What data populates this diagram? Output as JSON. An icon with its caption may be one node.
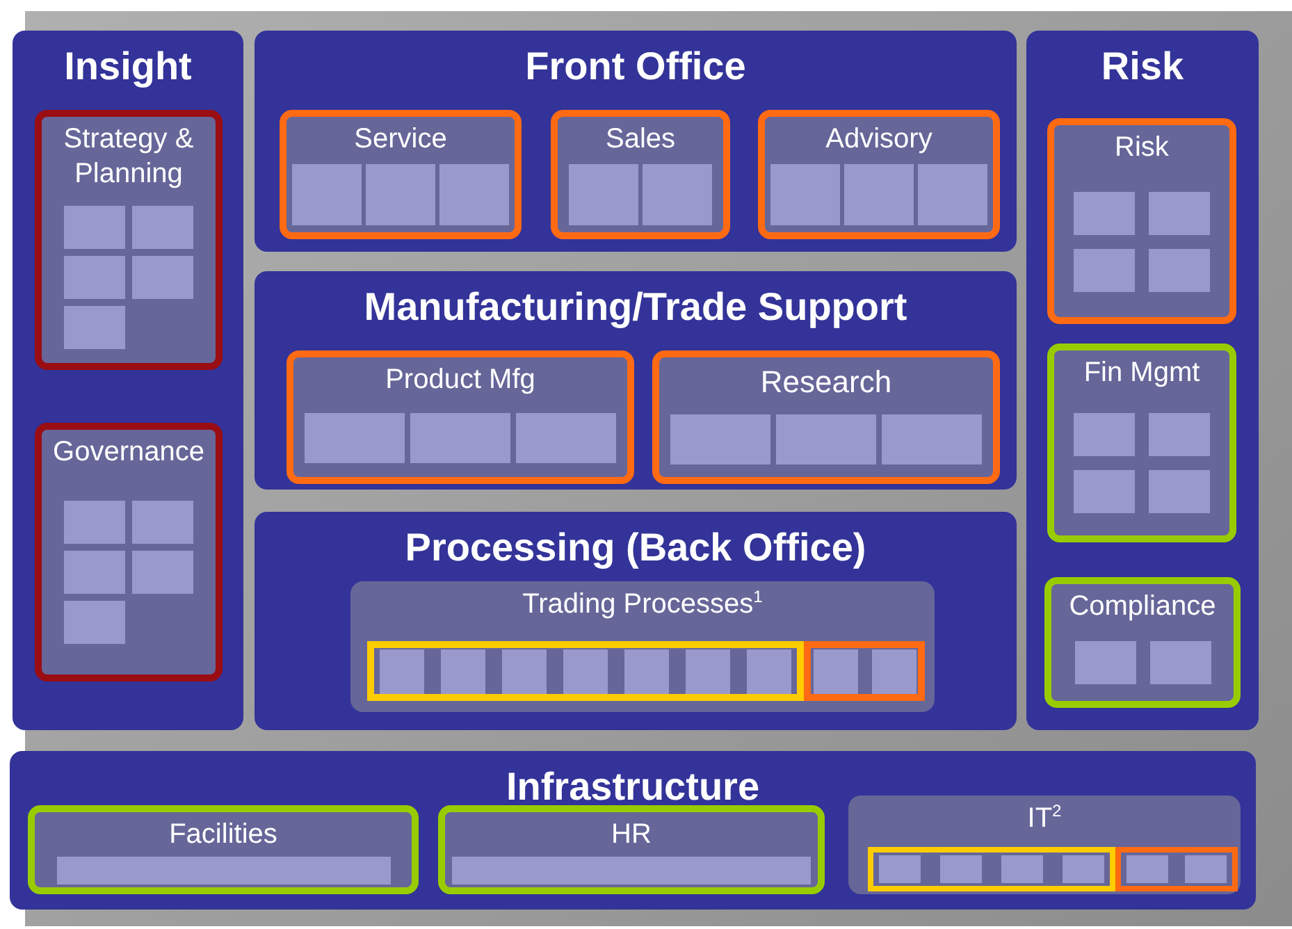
{
  "diagram": {
    "nodes": [
      {
        "text": [
          "Insight"
        ]
      },
      {
        "text": [
          "Strategy & Planning"
        ],
        "in": 0
      },
      {
        "text": [],
        "shape": "box",
        "in": 1
      },
      {
        "text": [],
        "shape": "box",
        "in": 1
      },
      {
        "text": [],
        "shape": "box",
        "in": 1
      },
      {
        "text": [],
        "shape": "box",
        "in": 1
      },
      {
        "text": [],
        "shape": "box",
        "in": 1
      },
      {
        "text": [
          "Governance"
        ],
        "in": 0
      },
      {
        "text": [],
        "shape": "box",
        "in": 7
      },
      {
        "text": [],
        "shape": "box",
        "in": 7
      },
      {
        "text": [],
        "shape": "box",
        "in": 7
      },
      {
        "text": [],
        "shape": "box",
        "in": 7
      },
      {
        "text": [],
        "shape": "box",
        "in": 7
      },
      {
        "text": [
          "Front Office"
        ]
      },
      {
        "text": [
          "Service"
        ],
        "in": 13
      },
      {
        "text": [],
        "shape": "box",
        "in": 14
      },
      {
        "text": [],
        "shape": "box",
        "in": 14
      },
      {
        "text": [],
        "shape": "box",
        "in": 14
      },
      {
        "text": [
          "Sales"
        ],
        "in": 13
      },
      {
        "text": [],
        "shape": "box",
        "in": 18
      },
      {
        "text": [],
        "shape": "box",
        "in": 18
      },
      {
        "text": [
          "Advisory"
        ],
        "in": 13
      },
      {
        "text": [],
        "shape": "box",
        "in": 21
      },
      {
        "text": [],
        "shape": "box",
        "in": 21
      },
      {
        "text": [],
        "shape": "box",
        "in": 21
      },
      {
        "text": [
          "Manufacturing/Trade Support"
        ]
      },
      {
        "text": [
          "Product Mfg"
        ],
        "in": 25
      },
      {
        "text": [],
        "shape": "box",
        "in": 26
      },
      {
        "text": [],
        "shape": "box",
        "in": 26
      },
      {
        "text": [],
        "shape": "box",
        "in": 26
      },
      {
        "text": [
          "Research"
        ],
        "in": 25
      },
      {
        "text": [],
        "shape": "box",
        "in": 30
      },
      {
        "text": [],
        "shape": "box",
        "in": 30
      },
      {
        "text": [],
        "shape": "box",
        "in": 30
      },
      {
        "text": [
          "Processing (Back Office)"
        ]
      },
      {
        "text": [
          "Trading Processes$^{1}$"
        ],
        "in": 34
      },
      {
        "text": [],
        "shape": "bar",
        "in": 35
      },
      {
        "text": [],
        "shape": "box",
        "in": 36
      },
      {
        "text": [],
        "shape": "box",
        "in": 36
      },
      {
        "text": [],
        "shape": "box",
        "in": 36
      },
      {
        "text": [],
        "shape": "box",
        "in": 36
      },
      {
        "text": [],
        "shape": "box",
        "in": 36
      },
      {
        "text": [],
        "shape": "box",
        "in": 36
      },
      {
        "text": [],
        "shape": "box",
        "in": 36
      },
      {
        "text": [],
        "shape": "bar",
        "in": 35
      },
      {
        "text": [],
        "shape": "box",
        "in": 44
      },
      {
        "text": [],
        "shape": "box",
        "in": 44
      },
      {
        "text": [
          "Risk"
        ]
      },
      {
        "text": [
          "Risk"
        ],
        "in": 47
      },
      {
        "text": [],
        "shape": "box",
        "in": 48
      },
      {
        "text": [],
        "shape": "box",
        "in": 48
      },
      {
        "text": [],
        "shape": "box",
        "in": 48
      },
      {
        "text": [],
        "shape": "box",
        "in": 48
      },
      {
        "text": [
          "Fin Mgmt"
        ],
        "in": 47
      },
      {
        "text": [],
        "shape": "box",
        "in": 53
      },
      {
        "text": [],
        "shape": "box",
        "in": 53
      },
      {
        "text": [],
        "shape": "box",
        "in": 53
      },
      {
        "text": [],
        "shape": "box",
        "in": 53
      },
      {
        "text": [
          "Compliance"
        ],
        "in": 47
      },
      {
        "text": [],
        "shape": "box",
        "in": 58
      },
      {
        "text": [],
        "shape": "box",
        "in": 58
      },
      {
        "text": [
          "Infrastructure"
        ]
      },
      {
        "text": [
          "Facilities"
        ],
        "in": 61
      },
      {
        "text": [],
        "shape": "bar",
        "in": 62
      },
      {
        "text": [
          "HR"
        ],
        "in": 61
      },
      {
        "text": [],
        "shape": "bar",
        "in": 64
      },
      {
        "text": [
          "IT$^{2}$"
        ],
        "in": 61
      },
      {
        "text": [],
        "shape": "bar",
        "in": 66
      },
      {
        "text": [],
        "shape": "box",
        "in": 67
      },
      {
        "text": [],
        "shape": "box",
        "in": 67
      },
      {
        "text": [],
        "shape": "box",
        "in": 67
      },
      {
        "text": [],
        "shape": "box",
        "in": 67
      },
      {
        "text": [],
        "shape": "bar",
        "in": 66
      },
      {
        "text": [],
        "shape": "box",
        "in": 72
      },
      {
        "text": [],
        "shape": "box",
        "in": 72
      }
    ]
  }
}
